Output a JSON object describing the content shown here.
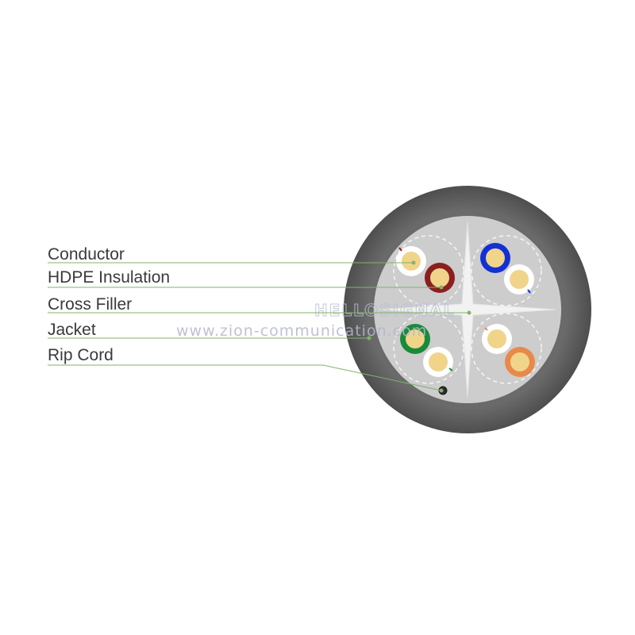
{
  "labels": {
    "conductor": "Conductor",
    "hdpe_insulation": "HDPE Insulation",
    "cross_filler": "Cross Filler",
    "jacket": "Jacket",
    "rip_cord": "Rip Cord"
  },
  "watermark": {
    "brand": "HELLOSIGNAL",
    "url": "www.zion-communication.com"
  },
  "colors": {
    "jacket": "#5c5c5c",
    "core": "#cdcdcd",
    "filler": "#f2f2f2",
    "conductor": "#f0d48a",
    "insulation_white": "#ffffff",
    "pair_brown": "#8b1f1f",
    "pair_blue": "#1330d4",
    "pair_green": "#1a8a3a",
    "pair_orange": "#e8894a",
    "leader": "#7fb46a",
    "text": "#3a3a3a"
  }
}
